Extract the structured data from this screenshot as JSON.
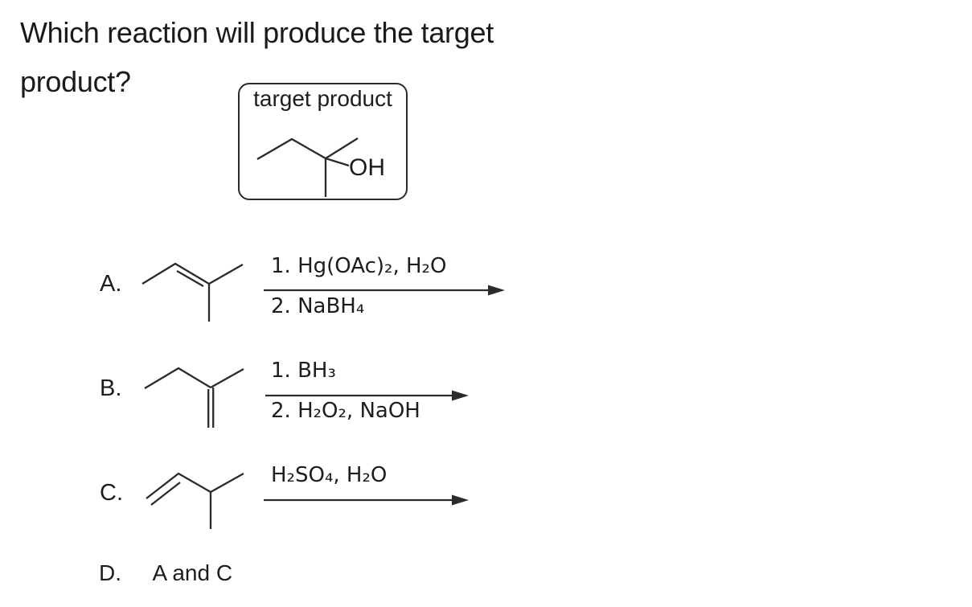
{
  "question": {
    "line1": "Which reaction will produce the target",
    "line2": "product?"
  },
  "target_box": {
    "label": "target product",
    "molecule": "2-methyl-2-butanol (skeletal formula)",
    "hydroxyl_label": "OH"
  },
  "options": [
    {
      "letter": "A.",
      "molecule": "2-methyl-2-butene (skeletal formula)",
      "reagent_line1": "1. Hg(OAc)₂, H₂O",
      "reagent_line2": "2. NaBH₄"
    },
    {
      "letter": "B.",
      "molecule": "2-methyl-1-butene (skeletal formula)",
      "reagent_line1": "1. BH₃",
      "reagent_line2": "2. H₂O₂, NaOH"
    },
    {
      "letter": "C.",
      "molecule": "3-methyl-1-butene (skeletal formula)",
      "reagent_line1": "H₂SO₄, H₂O",
      "reagent_line2": ""
    },
    {
      "letter": "D.",
      "text": "A and C"
    }
  ],
  "colors": {
    "ink": "#1d1d1d",
    "line": "#2b2b2b",
    "background": "#ffffff"
  }
}
